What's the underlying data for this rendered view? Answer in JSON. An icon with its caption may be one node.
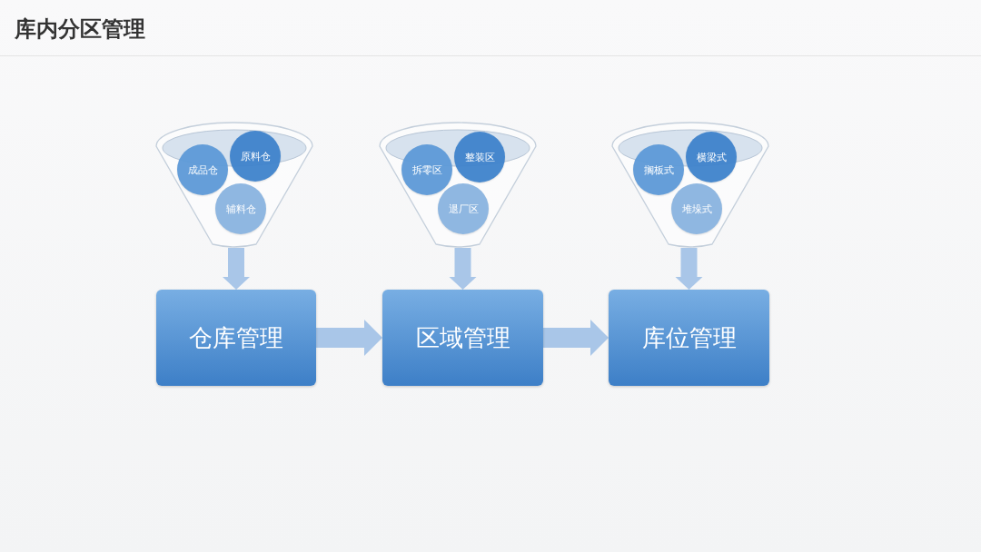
{
  "diagram": {
    "title": "库内分区管理",
    "nodes": [
      {
        "text": [],
        "shape": "funnel"
      },
      {
        "text": [
          "成品仓"
        ],
        "in": 0
      },
      {
        "text": [
          "原料仓"
        ],
        "in": 0
      },
      {
        "text": [
          "辅料仓"
        ],
        "in": 0
      },
      {
        "text": [],
        "shape": "funnel"
      },
      {
        "text": [
          "拆零区"
        ],
        "in": 4
      },
      {
        "text": [
          "整装区"
        ],
        "in": 4
      },
      {
        "text": [
          "退厂区"
        ],
        "in": 4
      },
      {
        "text": [],
        "shape": "funnel"
      },
      {
        "text": [
          "搁板式"
        ],
        "in": 8
      },
      {
        "text": [
          "横梁式"
        ],
        "in": 8
      },
      {
        "text": [
          "堆垛式"
        ],
        "in": 8
      },
      {
        "text": [
          "仓库管理"
        ]
      },
      {
        "text": [
          "区域管理"
        ]
      },
      {
        "text": [
          "库位管理"
        ]
      }
    ],
    "edges": [
      {
        "from": 0,
        "to": 12,
        "arrow": "to"
      },
      {
        "from": 4,
        "to": 13,
        "arrow": "to"
      },
      {
        "from": 8,
        "to": 14,
        "arrow": "to"
      },
      {
        "from": 12,
        "to": 13,
        "arrow": "to"
      },
      {
        "from": 13,
        "to": 14,
        "arrow": "to"
      }
    ]
  }
}
